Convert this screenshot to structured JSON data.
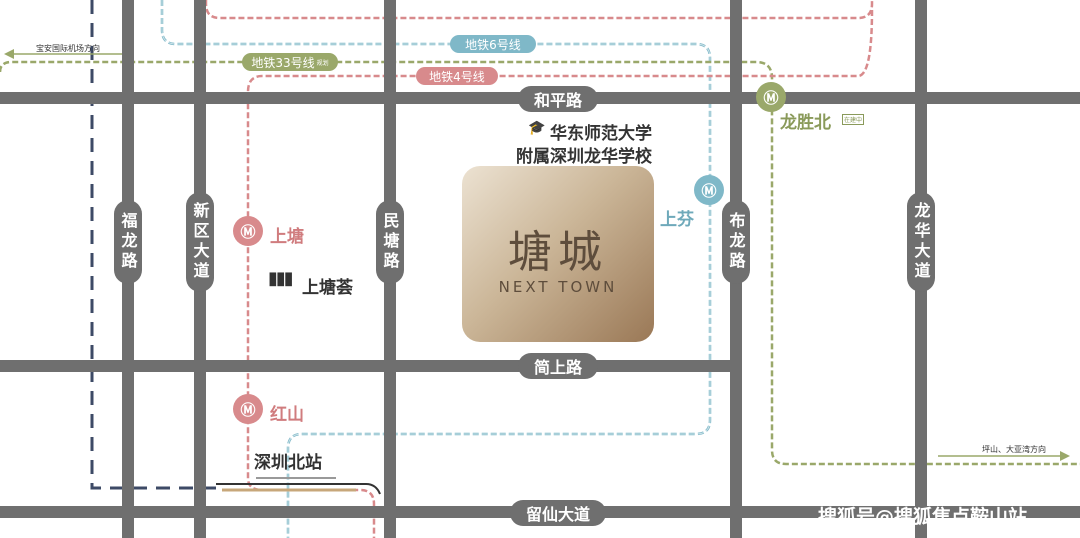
{
  "roads": {
    "hepin": "和平路",
    "jianshang": "简上路",
    "liuxian": "留仙大道",
    "fulong": "福龙路",
    "xinqu": "新区大道",
    "mintang": "民塘路",
    "bulong": "布龙路",
    "longhua": "龙华大道"
  },
  "metro_lines": {
    "line6": "地铁6号线",
    "line33": "地铁33号线",
    "line33_note": "规划",
    "line4": "地铁4号线"
  },
  "stations": {
    "shangtang": "上塘",
    "hongshan": "红山",
    "shangfen": "上芬",
    "longshengbei": "龙胜北",
    "longshengbei_note": "在建中",
    "shenzhenbei": "深圳北站"
  },
  "pois": {
    "school_line1": "华东师范大学",
    "school_line2": "附属深圳龙华学校",
    "shangtanghui": "上塘荟"
  },
  "directions": {
    "airport": "宝安国际机场方向",
    "pingshan": "坪山、大亚湾方向"
  },
  "project": {
    "title": "塘城",
    "subtitle": "NEXT TOWN"
  },
  "watermark": "搜狐号@搜狐焦点鞍山站",
  "colors": {
    "road": "#6f6f6f",
    "line6": "#7fb8c8",
    "line33": "#9aa86a",
    "line4": "#d88a8c",
    "rail_dark": "#3d4a66"
  }
}
